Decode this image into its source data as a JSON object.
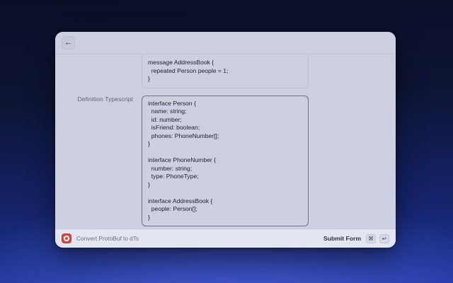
{
  "window": {
    "titlebar": {
      "back_label": "←",
      "back_icon": "arrow-left-icon"
    }
  },
  "form": {
    "rows": [
      {
        "label": "",
        "field_kind": "code",
        "code": "message AddressBook {\n  repeated Person people = 1;\n}",
        "clipped": true
      },
      {
        "label": "Definition Typescript",
        "field_kind": "code",
        "code": "interface Person {\n  name: string;\n  id: number;\n  isFriend: boolean;\n  phones: PhoneNumber[];\n}\n\ninterface PhoneNumber {\n  number: string;\n  type: PhoneType;\n}\n\ninterface AddressBook {\n  people: Person[];\n}",
        "clipped": false
      }
    ]
  },
  "toolbar": {
    "app_icon": "record-circle-icon",
    "app_title": "Convert ProtoBuf to dTs",
    "submit_label": "Submit Form",
    "keys": [
      {
        "name": "command-key",
        "glyph": "⌘"
      },
      {
        "name": "return-key",
        "glyph": "↵"
      }
    ]
  },
  "colors": {
    "window_bg": "#ccd0e0",
    "toolbar_bg": "#e3e6f1",
    "accent_red": "#d94b42",
    "text_primary": "#1d2029",
    "text_muted": "#6b7082",
    "backdrop_top": "#0a0f28",
    "backdrop_bottom": "#2136a0"
  }
}
